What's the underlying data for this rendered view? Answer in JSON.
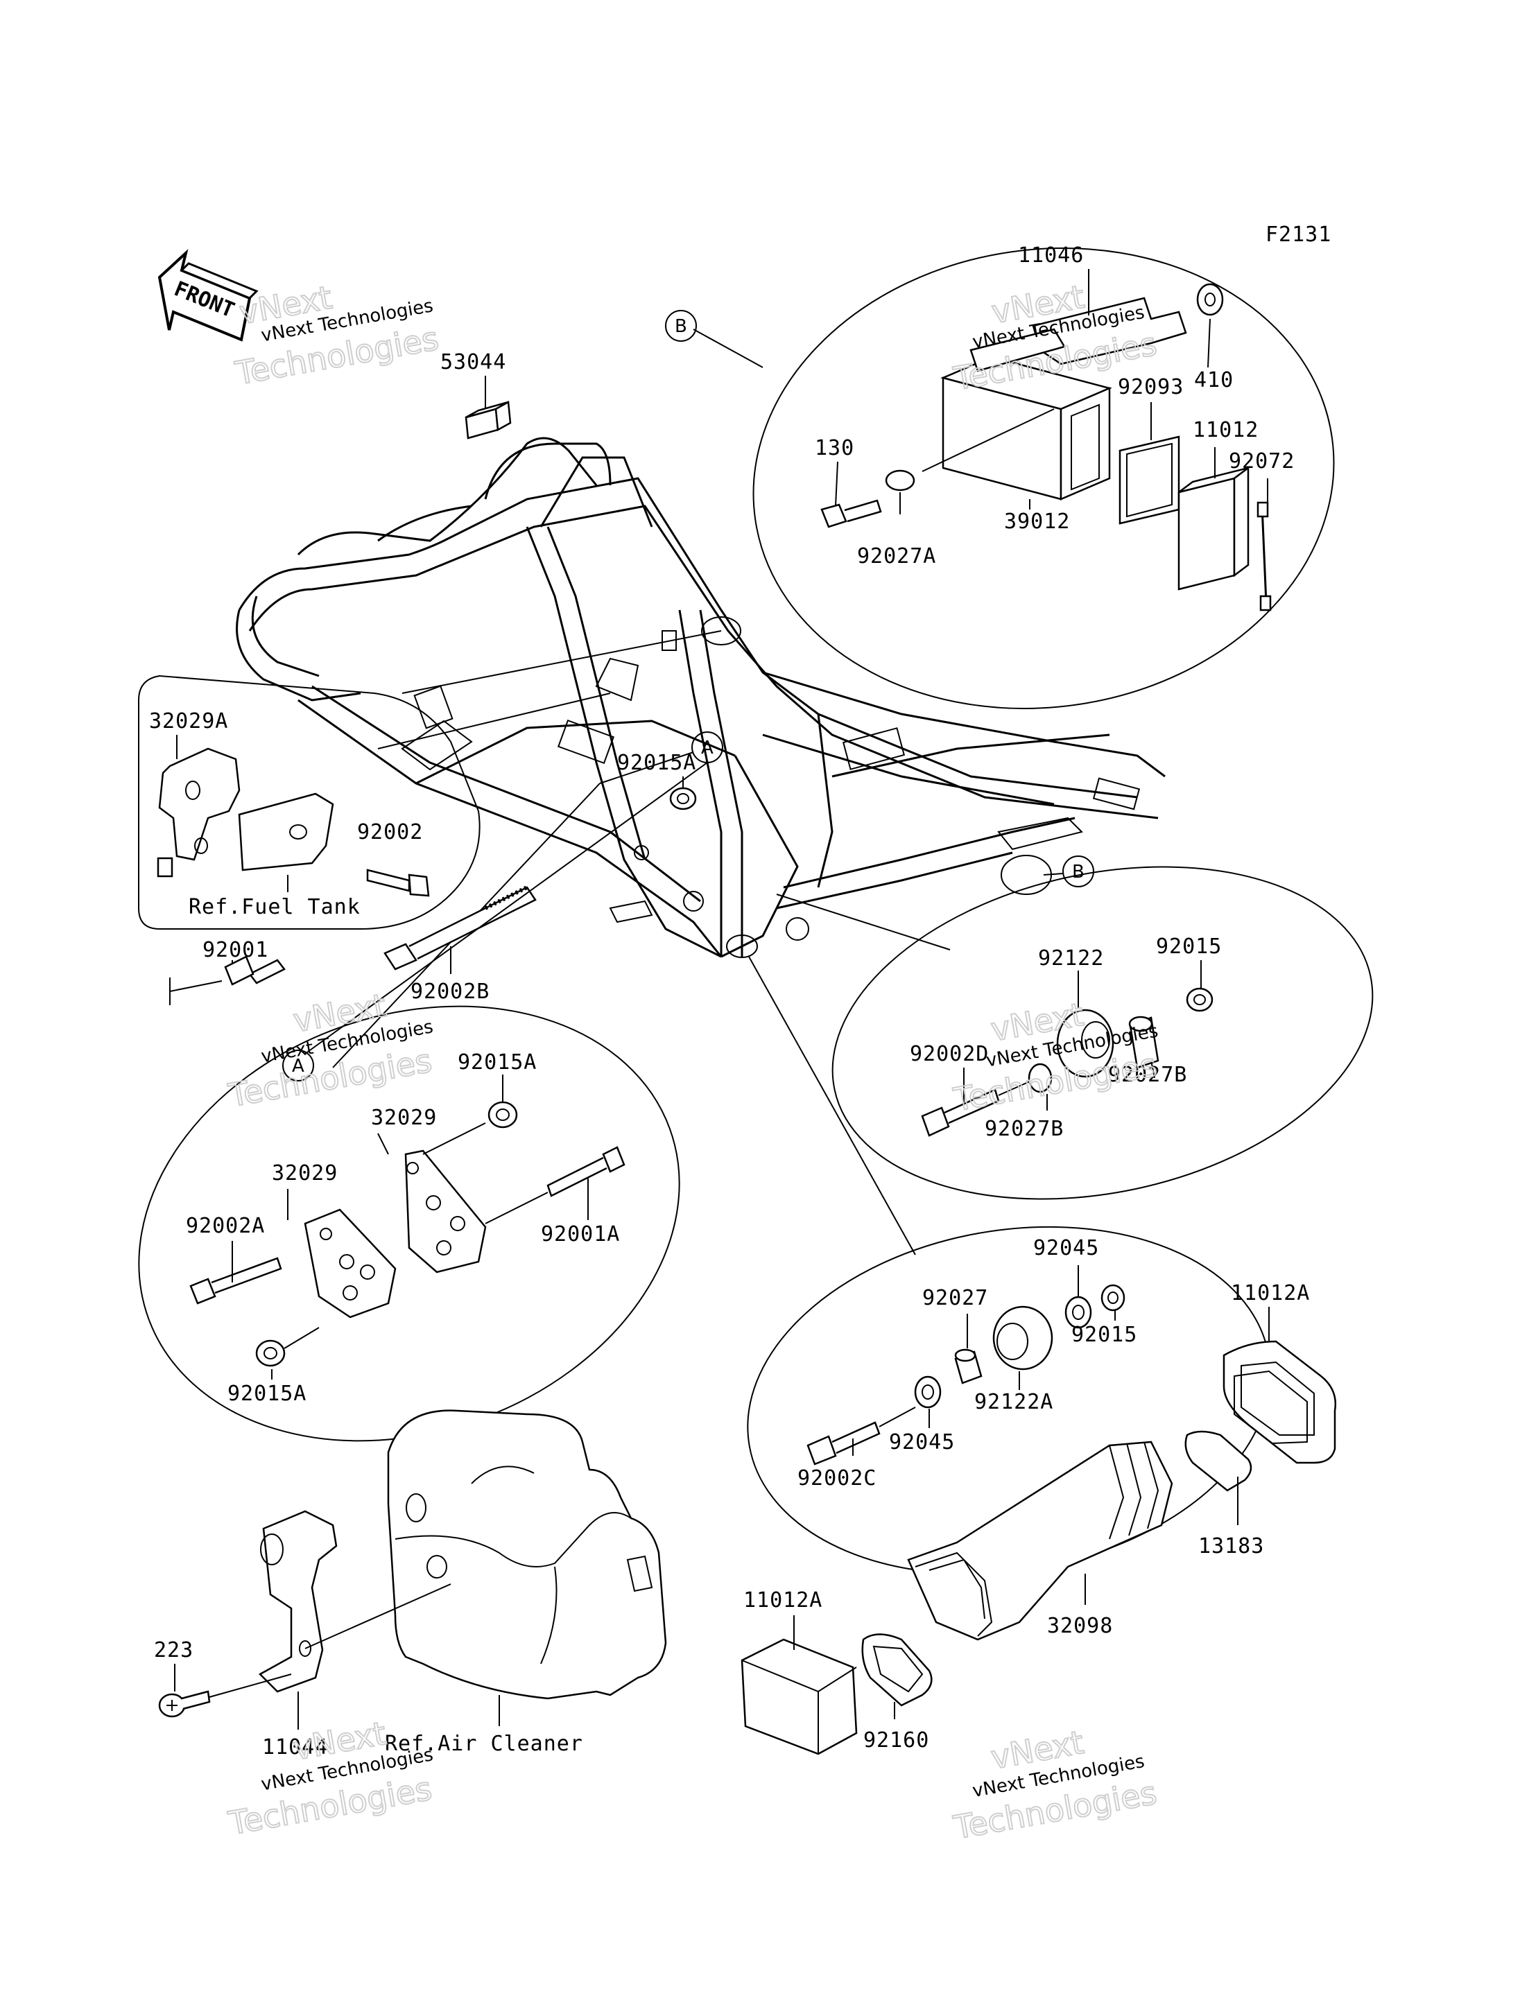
{
  "figure_code": "F2131",
  "front_arrow_label": "FRONT",
  "callout_A": "A",
  "callout_B": "B",
  "refs": {
    "fuel_tank": "Ref.Fuel Tank",
    "air_cleaner": "Ref.Air Cleaner"
  },
  "watermark": {
    "line1": "vNext Technologies",
    "line2": "vNext",
    "line3": "Technologies"
  },
  "parts": {
    "p11046": "11046",
    "p410": "410",
    "p53044": "53044",
    "p92093": "92093",
    "p11012": "11012",
    "p130": "130",
    "p92072": "92072",
    "p39012": "39012",
    "p92027A": "92027A",
    "p32029A": "32029A",
    "p92015A_top": "92015A",
    "p92002": "92002",
    "p92001": "92001",
    "p92002B": "92002B",
    "p92015": "92015",
    "p92122": "92122",
    "p92002D": "92002D",
    "p92027B_a": "92027B",
    "p92027B_b": "92027B",
    "p92015A_a": "92015A",
    "p32029_a": "32029",
    "p32029_b": "32029",
    "p92002A": "92002A",
    "p92001A": "92001A",
    "p92015A_b": "92015A",
    "p92045_a": "92045",
    "p92027": "92027",
    "p92015_b": "92015",
    "p92122A": "92122A",
    "p92045_b": "92045",
    "p92002C": "92002C",
    "p11012A_a": "11012A",
    "p13183": "13183",
    "p32098": "32098",
    "p11012A_b": "11012A",
    "p223": "223",
    "p11044": "11044",
    "p92160": "92160"
  }
}
